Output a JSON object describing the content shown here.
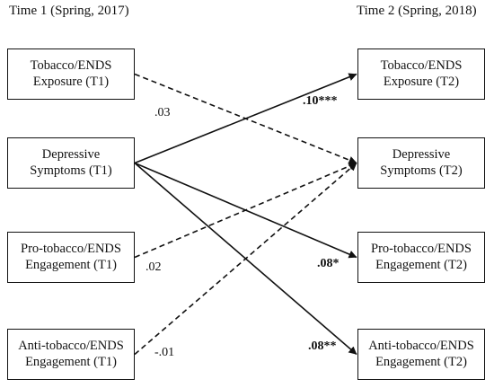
{
  "headers": {
    "time1": "Time 1 (Spring, 2017)",
    "time2": "Time 2 (Spring, 2018)"
  },
  "left_nodes": [
    {
      "line1": "Tobacco/ENDS",
      "line2": "Exposure (T1)"
    },
    {
      "line1": "Depressive",
      "line2": "Symptoms (T1)"
    },
    {
      "line1": "Pro-tobacco/ENDS",
      "line2": "Engagement (T1)"
    },
    {
      "line1": "Anti-tobacco/ENDS",
      "line2": "Engagement (T1)"
    }
  ],
  "right_nodes": [
    {
      "line1": "Tobacco/ENDS",
      "line2": "Exposure (T2)"
    },
    {
      "line1": "Depressive",
      "line2": "Symptoms (T2)"
    },
    {
      "line1": "Pro-tobacco/ENDS",
      "line2": "Engagement (T2)"
    },
    {
      "line1": "Anti-tobacco/ENDS",
      "line2": "Engagement (T2)"
    }
  ],
  "paths": [
    {
      "from": "left-0",
      "to": "right-1",
      "style": "dashed",
      "coef": ".03",
      "significant": false
    },
    {
      "from": "left-1",
      "to": "right-0",
      "style": "solid",
      "coef": ".10***",
      "significant": true
    },
    {
      "from": "left-1",
      "to": "right-2",
      "style": "solid",
      "coef": ".08*",
      "significant": true
    },
    {
      "from": "left-1",
      "to": "right-3",
      "style": "solid",
      "coef": ".08**",
      "significant": true
    },
    {
      "from": "left-2",
      "to": "right-1",
      "style": "dashed",
      "coef": ".02",
      "significant": false
    },
    {
      "from": "left-3",
      "to": "right-1",
      "style": "dashed",
      "coef": "-.01",
      "significant": false
    }
  ]
}
